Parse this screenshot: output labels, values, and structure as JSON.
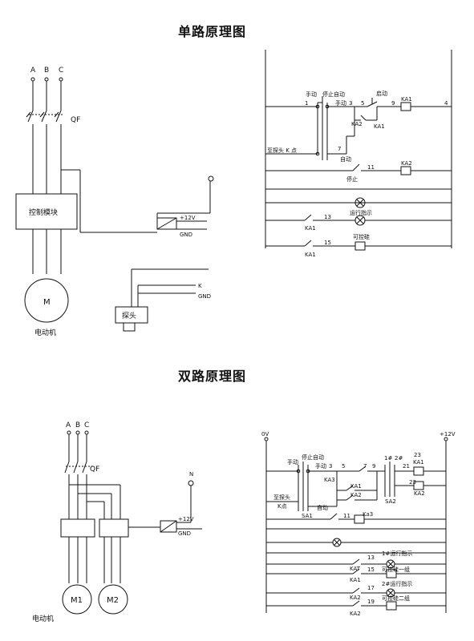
{
  "single": {
    "title": "单路原理图",
    "left": {
      "phases": [
        "A",
        "B",
        "C"
      ],
      "breaker": "QF",
      "controller": "控制模块",
      "motor": "M",
      "motor_caption": "电动机",
      "relay_plus": "+12V",
      "relay_gnd": "GND",
      "probe_k": "K",
      "probe_gnd": "GND",
      "probe": "探头"
    },
    "right": {
      "manual": "手动",
      "stop_auto": "停止自动",
      "manual2": "手动",
      "n1": "1",
      "n3": "3",
      "n5": "5",
      "n9": "9",
      "n4": "4",
      "start": "启动",
      "ka1_coil": "KA1",
      "ka2_a": "KA2",
      "ka1_a": "KA1",
      "probe_k": "至探头 K 点",
      "n7": "7",
      "auto": "自动",
      "n11": "11",
      "ka2_coil": "KA2",
      "stop": "停止",
      "run_lamp": "运行指示",
      "n13": "13",
      "ka1_b": "KA1",
      "n15": "15",
      "fault": "可控硅",
      "ka1_c": "KA1"
    }
  },
  "dual": {
    "title": "双路原理图",
    "left": {
      "phases": [
        "A",
        "B",
        "C"
      ],
      "breaker": "QF",
      "n": "N",
      "relay_plus": "+12V",
      "relay_gnd": "GND",
      "m1": "M1",
      "m2": "M2",
      "motor_caption": "电动机"
    },
    "right": {
      "ov": "0V",
      "plus12": "+12V",
      "manual": "手动",
      "stop_auto": "停止自动",
      "manual2": "手动",
      "n3": "3",
      "n5": "5",
      "n7": "7",
      "n9": "9",
      "n1s": "1#",
      "n2s": "2#",
      "n21": "21",
      "n23a": "23",
      "n23b": "23",
      "ka1_coil": "KA1",
      "ka3": "KA3",
      "ka1": "KA1",
      "ka2": "KA2",
      "ka2_coil": "KA2",
      "probe_k": "至探头",
      "probe_k2": "K点",
      "auto": "自动",
      "sa1": "SA1",
      "sa2": "SA2",
      "n11": "11",
      "ka3_coil": "Ka3",
      "n13": "13",
      "run1": "1#运行指示",
      "kat": "KAT",
      "n15": "15",
      "scr1": "可控硅一组",
      "ka1b": "KA1",
      "n17": "17",
      "run2": "2#运行指示",
      "ka2b": "KA2",
      "n19": "19",
      "scr2": "可控硅二组",
      "ka2c": "KA2"
    }
  }
}
